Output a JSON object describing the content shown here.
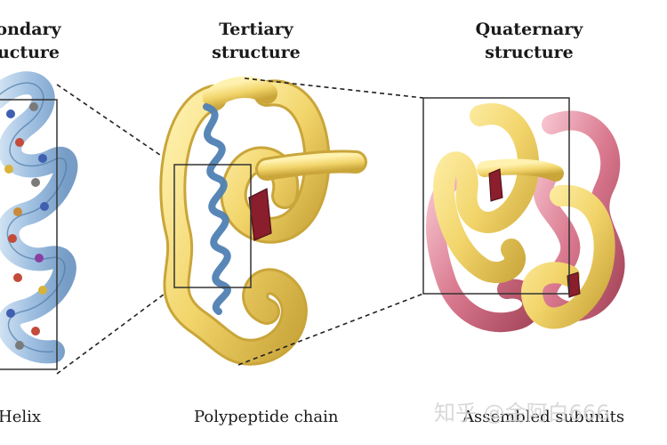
{
  "headings": {
    "secondary_line1": "ondary",
    "secondary_line2": "ucture",
    "tertiary_line1": "Tertiary",
    "tertiary_line2": "structure",
    "quaternary_line1": "Quaternary",
    "quaternary_line2": "structure"
  },
  "captions": {
    "helix": "Helix",
    "polypeptide": "Polypeptide chain",
    "assembled": "Assembled subunits"
  },
  "watermark": "知乎 @金阿白666",
  "colors": {
    "chain_yellow": "#f2d56b",
    "chain_shadow": "#c9a53a",
    "helix_blue": "#6d9bc9",
    "subunit_pink": "#d9788e",
    "heme_red": "#8a1e2c"
  }
}
